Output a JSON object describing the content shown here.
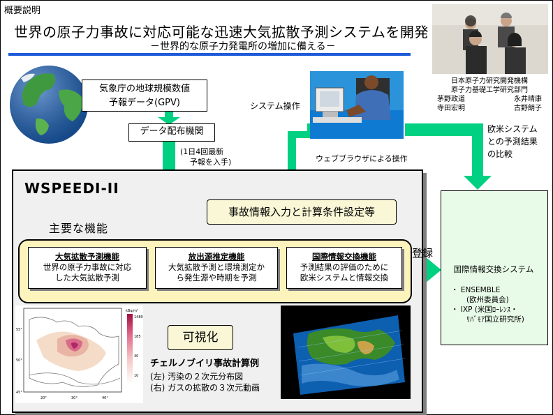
{
  "header": {
    "label": "概要説明",
    "title": "世界の原子力事故に対応可能な迅速大気拡散予測システムを開発",
    "subtitle": "－世界的な原子力発電所の増加に備える－"
  },
  "staff": {
    "org1": "日本原子力研究開発機構",
    "org2": "原子力基礎工学研究部門",
    "names": [
      [
        "茅野政道",
        "永井晴康"
      ],
      [
        "寺田宏明",
        "古野朗子"
      ]
    ]
  },
  "gpv": {
    "line1": "気象庁の地球規模数値",
    "line2": "予報データ(GPV)"
  },
  "distribution": "データ配布機関",
  "update_note": {
    "line1": "(1日4回最新",
    "line2": "予報を入手)"
  },
  "operation": {
    "system": "システム操作",
    "web": "ウェブブラウザによる操作"
  },
  "comparison": {
    "line1": "欧米システム",
    "line2": "との予測結果",
    "line3": "の比較"
  },
  "wspeedi": {
    "title": "WSPEEDI-II",
    "main_functions_label": "主要な機能",
    "input_label": "事故情報入力と計算条件設定等",
    "functions": [
      {
        "heading": "大気拡散予測機能",
        "line1": "世界の原子力事故に対応",
        "line2": "した大気拡散予測"
      },
      {
        "heading": "放出源推定機能",
        "line1": "大気拡散予測と環境測定か",
        "line2": "ら発生源や時期を予測"
      },
      {
        "heading": "国際情報交換機能",
        "line1": "予測結果の評価のために",
        "line2": "欧米システムと情報交換"
      }
    ],
    "register": "登録",
    "visualize": "可視化"
  },
  "chernobyl": {
    "title": "チェルノブイリ事故計算例",
    "left": "(左) 汚染の２次元分布図",
    "right": "(右) ガスの拡散の３次元動画"
  },
  "map2d": {
    "unit": "kBq/m²",
    "scale": [
      "1480",
      "185",
      "40",
      "10"
    ],
    "lat_ticks": [
      "55°",
      "50°",
      "45°"
    ],
    "lon_ticks": [
      "20°",
      "30°",
      "40°"
    ]
  },
  "international": {
    "title": "国際情報交換システム",
    "items": [
      {
        "name": "・ ENSEMBLE",
        "detail": "(欧州委員会)"
      },
      {
        "name": "・ IXP (米国ﾛｰﾚﾝｽ・",
        "detail": "ﾘﾊﾞﾓｱ国立研究所)"
      }
    ]
  },
  "colors": {
    "arrow": "#00d081",
    "rule": "#1e5bd8",
    "yellow": "#fcf3bd",
    "panel": "#f0f0f0",
    "intl": "#e8fbe8"
  }
}
